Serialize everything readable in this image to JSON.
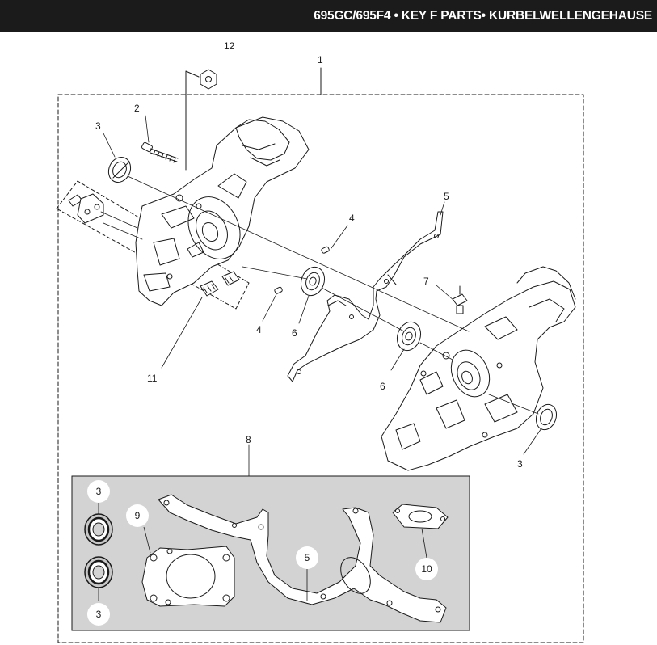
{
  "header": {
    "title": "695GC/695F4 • KEY F PARTS• KURBELWELLENGEHAUSE"
  },
  "callouts": {
    "c1": "1",
    "c2": "2",
    "c3a": "3",
    "c3b": "3",
    "c4a": "4",
    "c4b": "4",
    "c5": "5",
    "c6a": "6",
    "c6b": "6",
    "c7": "7",
    "c8": "8",
    "c11": "11",
    "c12": "12"
  },
  "kit_badges": {
    "b3a": "3",
    "b3b": "3",
    "b9": "9",
    "b5": "5",
    "b10": "10"
  },
  "colors": {
    "header_bg": "#1b1b1b",
    "kit_bg": "#d3d3d3",
    "line": "#1a1a1a"
  }
}
